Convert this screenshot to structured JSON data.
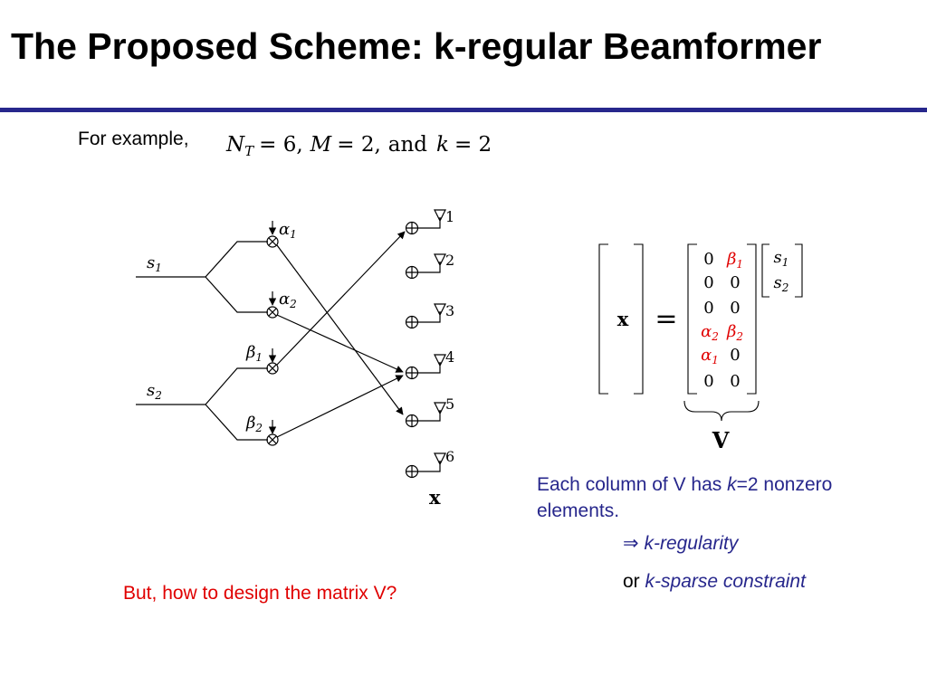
{
  "slide": {
    "title": "The Proposed Scheme: k-regular Beamformer",
    "example_label": "For example,",
    "example_formula": {
      "nt_sym": "N",
      "nt_sub": "T",
      "nt_eq": "= 6,",
      "m_sym": "M",
      "m_eq": "= 2,",
      "and_word": "and",
      "k_sym": "k",
      "k_eq": "= 2"
    },
    "note_line1_prefix": "Each column of V has ",
    "note_k": "k",
    "note_line1_suffix": "=2 nonzero",
    "note_line2": "elements.",
    "implies_arrow": "⇒",
    "regularity": "k-regularity",
    "or_word": "or",
    "sparse": "k-sparse constraint",
    "question": "But, how to design the matrix V?",
    "colors": {
      "title": "#000000",
      "rule": "#27278c",
      "note": "#27278c",
      "highlight": "#e00000"
    }
  },
  "diagram": {
    "inputs": [
      {
        "sym": "s",
        "sub": "1"
      },
      {
        "sym": "s",
        "sub": "2"
      }
    ],
    "weights": [
      {
        "sym": "α",
        "sub": "1"
      },
      {
        "sym": "α",
        "sub": "2"
      },
      {
        "sym": "β",
        "sub": "1"
      },
      {
        "sym": "β",
        "sub": "2"
      }
    ],
    "antennas": [
      "1",
      "2",
      "3",
      "4",
      "5",
      "6"
    ],
    "output_label": "x",
    "multiplier_icon": "⊗",
    "adder_icon": "⊕"
  },
  "matrix_eq": {
    "lhs": "x",
    "equals": "=",
    "rows": [
      [
        "0",
        "β1"
      ],
      [
        "0",
        "0"
      ],
      [
        "0",
        "0"
      ],
      [
        "α2",
        "β2"
      ],
      [
        "α1",
        "0"
      ],
      [
        "0",
        "0"
      ]
    ],
    "vector": [
      {
        "sym": "s",
        "sub": "1"
      },
      {
        "sym": "s",
        "sub": "2"
      }
    ],
    "brace_label": "V"
  }
}
